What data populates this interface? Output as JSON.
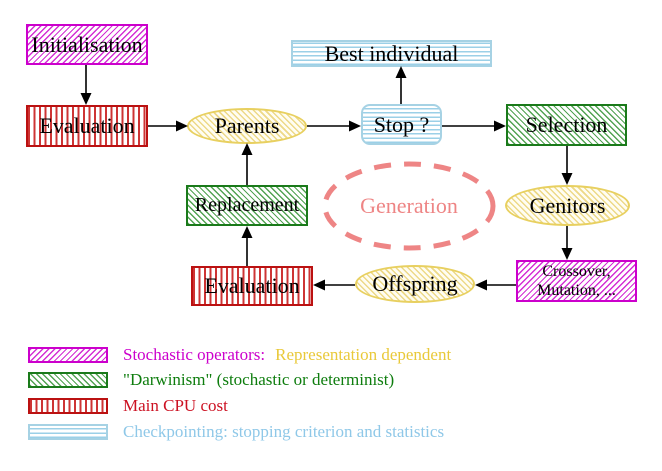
{
  "diagram": {
    "nodes": {
      "initialisation": {
        "label": "Initialisation",
        "pattern": "stochastic-operator"
      },
      "evaluation_top": {
        "label": "Evaluation",
        "pattern": "main-cpu-cost"
      },
      "parents": {
        "label": "Parents",
        "pattern": "population"
      },
      "best_individual": {
        "label": "Best individual",
        "pattern": "checkpointing"
      },
      "stop": {
        "label": "Stop ?",
        "pattern": "checkpointing"
      },
      "selection": {
        "label": "Selection",
        "pattern": "darwinism"
      },
      "genitors": {
        "label": "Genitors",
        "pattern": "population"
      },
      "crossover_mutation": {
        "label_line1": "Crossover,",
        "label_line2": "Mutation, ...",
        "pattern": "stochastic-operator"
      },
      "offspring": {
        "label": "Offspring",
        "pattern": "population"
      },
      "evaluation_bottom": {
        "label": "Evaluation",
        "pattern": "main-cpu-cost"
      },
      "replacement": {
        "label": "Replacement",
        "pattern": "darwinism"
      },
      "generation_loop": {
        "label": "Generation"
      }
    },
    "connections": [
      {
        "from": "initialisation",
        "to": "evaluation_top"
      },
      {
        "from": "evaluation_top",
        "to": "parents"
      },
      {
        "from": "parents",
        "to": "stop"
      },
      {
        "from": "stop",
        "to": "best_individual"
      },
      {
        "from": "stop",
        "to": "selection"
      },
      {
        "from": "selection",
        "to": "genitors"
      },
      {
        "from": "genitors",
        "to": "crossover_mutation"
      },
      {
        "from": "crossover_mutation",
        "to": "offspring"
      },
      {
        "from": "offspring",
        "to": "evaluation_bottom"
      },
      {
        "from": "evaluation_bottom",
        "to": "replacement"
      },
      {
        "from": "replacement",
        "to": "parents"
      }
    ]
  },
  "legend": {
    "items": [
      {
        "pattern": "stochastic-operator",
        "text": "Stochastic operators:",
        "text2": "Representation dependent"
      },
      {
        "pattern": "darwinism",
        "text": "\"Darwinism\" (stochastic or determinist)"
      },
      {
        "pattern": "main-cpu-cost",
        "text": "Main CPU cost"
      },
      {
        "pattern": "checkpointing",
        "text": "Checkpointing: stopping criterion and statistics"
      }
    ]
  },
  "colors": {
    "stochastic_magenta": "#cc00cc",
    "darwinism_green": "#1a7a1a",
    "cpu_red": "#bb1111",
    "checkpoint_cyan": "#a6d2e4",
    "population_yellow": "#e8d060",
    "generation_salmon": "#ee8585",
    "legend_gold_text": "#e9c93a",
    "text_black": "#000000",
    "background": "#ffffff"
  }
}
